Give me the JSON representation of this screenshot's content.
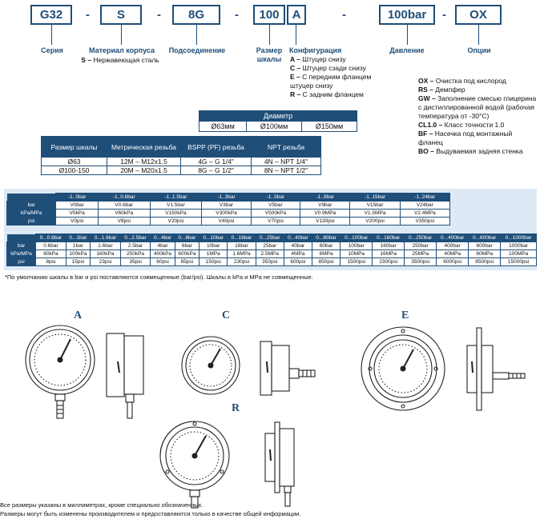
{
  "code": {
    "series": "G32",
    "sep1": "-",
    "material": "S",
    "sep2": "-",
    "connection": "8G",
    "sep3": "-",
    "scale": "100",
    "config": "A",
    "sep4": "-",
    "pressure": "100bar",
    "sep5": "-",
    "options": "OX"
  },
  "labels": {
    "series": "Серия",
    "material": "Материал корпуса",
    "connection": "Подсоединение",
    "scale": "Размер шкалы",
    "config": "Конфигурация",
    "pressure": "Давление",
    "options": "Опции"
  },
  "material_desc": {
    "code": "S –",
    "text": " Нержавеющая сталь"
  },
  "config_desc": [
    {
      "code": "A –",
      "text": " Штуцер снизу"
    },
    {
      "code": "C –",
      "text": " Штуцер сзади снизу"
    },
    {
      "code": "E –",
      "text": " С передним фланцем штуцер снизу"
    },
    {
      "code": "R –",
      "text": " С задним фланцем"
    }
  ],
  "options_desc": [
    {
      "code": "OX –",
      "text": " Очистка под кислород"
    },
    {
      "code": "RS –",
      "text": " Демпфер"
    },
    {
      "code": "GW –",
      "text": " Заполнение смесью глицерина с дистиллированной водой (рабочая температура от -30°C)"
    },
    {
      "code": "CL1.0 –",
      "text": " Класс точности 1.0"
    },
    {
      "code": "BF –",
      "text": " Насечка под монтажный фланец"
    },
    {
      "code": "BO –",
      "text": " Выдуваемая задняя стенка"
    }
  ],
  "diameter_table": {
    "header": "Диаметр",
    "values": [
      "Ø63мм",
      "Ø100мм",
      "Ø150мм"
    ]
  },
  "connection_table": {
    "headers": [
      "Размер шкалы",
      "Метрическая резьба",
      "BSPP (PF) резьба",
      "NPT резьба"
    ],
    "rows": [
      [
        "Ø63",
        "12M – M12x1.5",
        "4G – G 1/4\"",
        "4N – NPT 1/4\""
      ],
      [
        "Ø100-150",
        "20M – M20x1.5",
        "8G – G 1/2\"",
        "8N – NPT 1/2\""
      ]
    ]
  },
  "range_table_1": {
    "headers": [
      "-1..0bar",
      "-1..0.6bar",
      "-1..1.5bar",
      "-1..3bar",
      "-1..5bar",
      "-1..9bar",
      "-1..15bar",
      "-1..24bar"
    ],
    "rows": [
      {
        "unit": "bar",
        "cells": [
          "V0bar",
          "V0.6bar",
          "V1.5bar",
          "V3bar",
          "V5bar",
          "V9bar",
          "V15bar",
          "V24bar"
        ]
      },
      {
        "unit": "kPa/MPa",
        "cells": [
          "V0kPa",
          "V60kPa",
          "V150kPa",
          "V300kPa",
          "V500kPa",
          "V0.9MPa",
          "V1.5MPa",
          "V2.4MPa"
        ]
      },
      {
        "unit": "psi",
        "cells": [
          "V0psi",
          "V8psi",
          "V20psi",
          "V40psi",
          "V70psi",
          "V130psi",
          "V200psi",
          "V350psi"
        ]
      }
    ]
  },
  "range_table_2": {
    "headers": [
      "0...0.6bar",
      "0...1bar",
      "0...1.6bar",
      "0...2.5bar",
      "0...4bar",
      "0...6bar",
      "0...10bar",
      "0...16bar",
      "0...25bar",
      "0...40bar",
      "0...60bar",
      "0...100bar",
      "0...160bar",
      "0...250bar",
      "0...400bar",
      "0...600bar",
      "0...1000bar"
    ],
    "rows": [
      {
        "unit": "bar",
        "cells": [
          "0.6bar",
          "1bar",
          "1.6bar",
          "2.5bar",
          "4bar",
          "6bar",
          "10bar",
          "16bar",
          "25bar",
          "40bar",
          "60bar",
          "100bar",
          "160bar",
          "250bar",
          "400bar",
          "600bar",
          "1000bar"
        ]
      },
      {
        "unit": "kPa/MPa",
        "cells": [
          "60kPa",
          "100kPa",
          "160kPa",
          "250kPa",
          "400kPa",
          "600kPa",
          "1MPa",
          "1.6MPa",
          "2.5MPa",
          "4MPa",
          "6MPa",
          "10MPa",
          "16MPa",
          "25MPa",
          "40MPa",
          "60MPa",
          "100MPa"
        ]
      },
      {
        "unit": "psi",
        "cells": [
          "8psi",
          "15psi",
          "23psi",
          "35psi",
          "60psi",
          "85psi",
          "150psi",
          "230psi",
          "350psi",
          "600psi",
          "850psi",
          "1500psi",
          "2300psi",
          "3500psi",
          "6000psi",
          "8500psi",
          "15000psi"
        ]
      }
    ]
  },
  "note_scale": "*По умолчанию шкалы в bar и psi поставляются совмещенные (bar/psi). Шкалы в kPa и MPa не совмещенные.",
  "figures": {
    "a": "A",
    "c": "C",
    "e": "E",
    "r": "R"
  },
  "footer": [
    "Все размеры указаны в миллиметрах, кроме специально обозначенных.",
    "Размеры могут быть изменены производителем и предоставляются только в качестве общей информации."
  ]
}
